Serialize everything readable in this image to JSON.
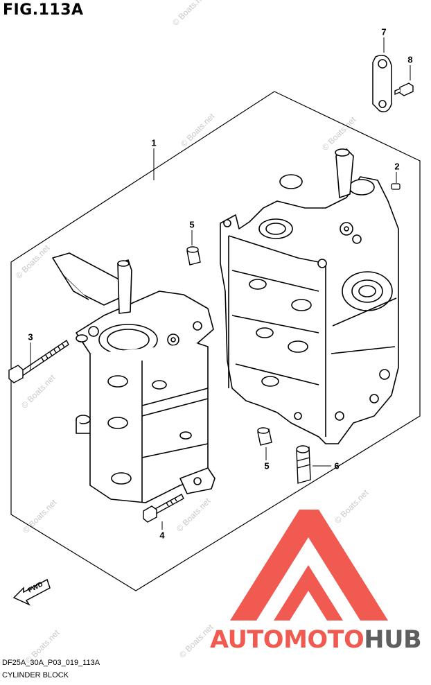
{
  "figure": {
    "title": "FIG.113A"
  },
  "callouts": [
    "1",
    "2",
    "3",
    "4",
    "5",
    "5",
    "6",
    "7",
    "8"
  ],
  "watermark": {
    "text": "© Boats.net"
  },
  "fwd_label": "FWD",
  "footer": {
    "code": "DF25A_30A_P03_019_113A",
    "caption": "CYLINDER BLOCK"
  },
  "brand": {
    "part1": "AUTO",
    "part2": "MOTO",
    "part3": "HUB",
    "colors": {
      "primary": "#f05a50",
      "secondary": "#5f5f5f",
      "line": "#000000"
    }
  }
}
